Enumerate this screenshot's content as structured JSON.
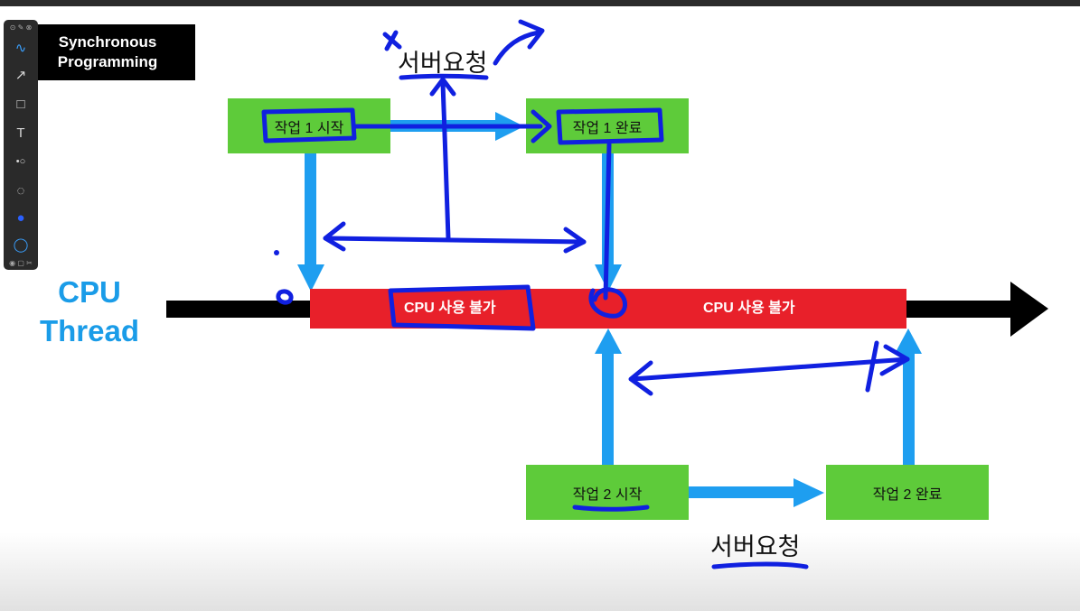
{
  "title": "Synchronous\nProgramming",
  "cpu_label": "CPU\nThread",
  "tasks": {
    "task1_start": "작업 1 시작",
    "task1_done": "작업 1 완료",
    "task2_start": "작업 2 시작",
    "task2_done": "작업 2 완료"
  },
  "bar": {
    "label1": "CPU 사용 불가",
    "label2": "CPU 사용 불가"
  },
  "annotations": {
    "server_request_top": "서버요청",
    "server_request_bottom": "서버요청"
  },
  "toolbar": {
    "top_icons": "⊙ ✎ ⊗",
    "tools": [
      {
        "name": "pen-icon",
        "glyph": "∿"
      },
      {
        "name": "arrow-icon",
        "glyph": "↗"
      },
      {
        "name": "rectangle-icon",
        "glyph": "□"
      },
      {
        "name": "text-icon",
        "glyph": "T"
      },
      {
        "name": "stroke-width-icon",
        "glyph": "•○"
      },
      {
        "name": "dashed-circle-icon",
        "glyph": "◌"
      },
      {
        "name": "color-wheel-icon",
        "glyph": "●"
      },
      {
        "name": "bucket-icon",
        "glyph": "◯"
      }
    ],
    "bottom_icons": "◉ ▢ ✂"
  },
  "colors": {
    "green": "#5ecb3a",
    "red": "#e8202a",
    "light_blue": "#1e9ef0",
    "ink_blue": "#1020e0",
    "title_bg": "#000000"
  }
}
